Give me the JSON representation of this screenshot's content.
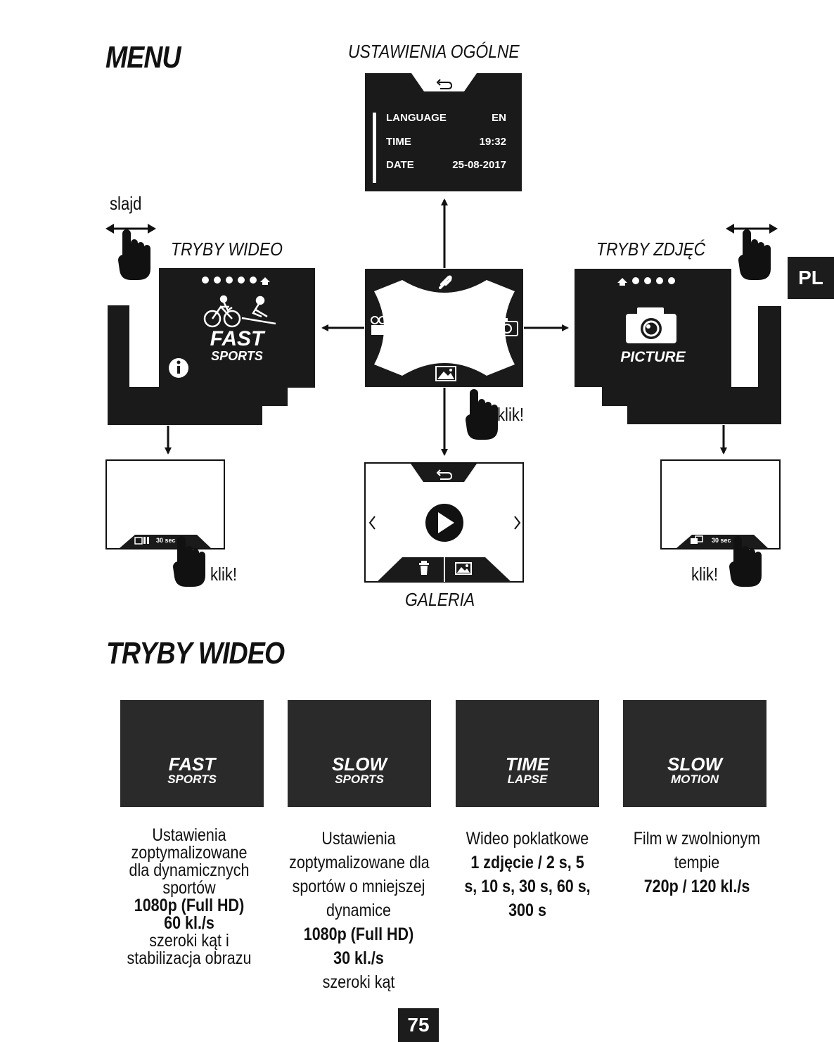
{
  "menu": {
    "title": "MENU",
    "general_settings": {
      "label": "USTAWIENIA OGÓLNE",
      "rows": [
        {
          "key": "LANGUAGE",
          "value": "EN"
        },
        {
          "key": "TIME",
          "value": "19:32"
        },
        {
          "key": "DATE",
          "value": "25-08-2017"
        }
      ]
    },
    "video_modes_label": "TRYBY WIDEO",
    "photo_modes_label": "TRYBY ZDJĘĆ",
    "slide_label": "slajd",
    "click_label": "klik!",
    "gallery_label": "GALERIA",
    "video_screen": {
      "line1": "FAST",
      "line2": "SPORTS"
    },
    "photo_screen": {
      "title": "PICTURE"
    },
    "preview_time": "30 sec"
  },
  "side_tab": "PL",
  "video_modes": {
    "title": "TRYBY WIDEO",
    "modes": [
      {
        "name_line1": "FAST",
        "name_line2": "SPORTS",
        "desc": [
          {
            "text": "Ustawienia",
            "bold": false
          },
          {
            "text": "zoptymalizowane",
            "bold": false
          },
          {
            "text": "dla dynamicznych",
            "bold": false
          },
          {
            "text": "sportów",
            "bold": false
          },
          {
            "text": "1080p (Full HD)",
            "bold": true
          },
          {
            "text": "60 kl./s",
            "bold": true
          },
          {
            "text": "szeroki kąt i",
            "bold": false
          },
          {
            "text": "stabilizacja obrazu",
            "bold": false
          }
        ]
      },
      {
        "name_line1": "SLOW",
        "name_line2": "SPORTS",
        "desc": [
          {
            "text": "Ustawienia",
            "bold": false
          },
          {
            "text": "zoptymalizowane dla",
            "bold": false
          },
          {
            "text": "sportów o mniejszej",
            "bold": false
          },
          {
            "text": "dynamice",
            "bold": false
          },
          {
            "text": "1080p (Full HD)",
            "bold": true
          },
          {
            "text": "30 kl./s",
            "bold": true
          },
          {
            "text": "szeroki kąt",
            "bold": false
          }
        ]
      },
      {
        "name_line1": "TIME",
        "name_line2": "LAPSE",
        "desc": [
          {
            "text": "Wideo poklatkowe",
            "bold": false
          },
          {
            "text": "1 zdjęcie / 2 s, 5",
            "bold": true
          },
          {
            "text": "s, 10 s, 30 s, 60 s,",
            "bold": true
          },
          {
            "text": "300 s",
            "bold": true
          }
        ]
      },
      {
        "name_line1": "SLOW",
        "name_line2": "MOTION",
        "desc": [
          {
            "text": "Film w zwolnionym",
            "bold": false
          },
          {
            "text": "tempie",
            "bold": false
          },
          {
            "text": "720p / 120 kl./s",
            "bold": true
          }
        ]
      }
    ]
  },
  "page_number": "75"
}
